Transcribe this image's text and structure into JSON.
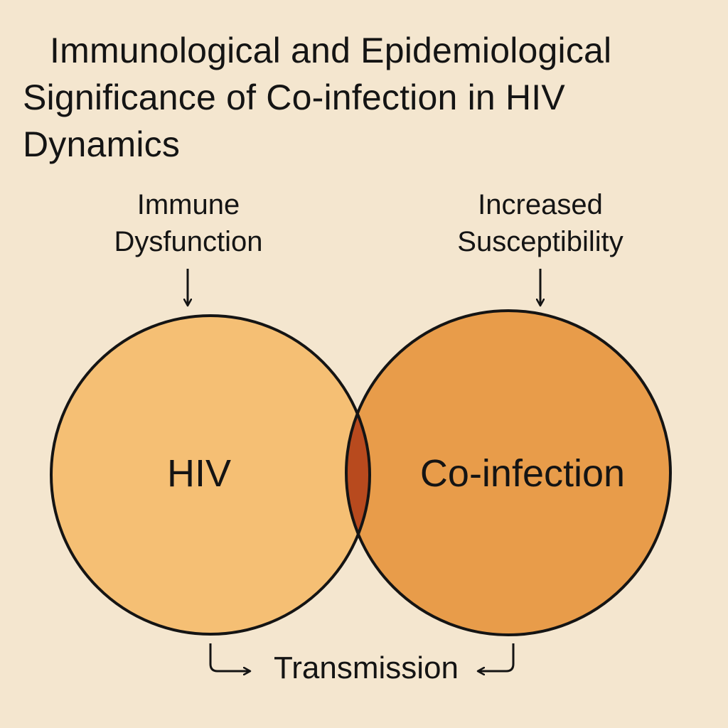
{
  "title": {
    "line1": "Immunological and Epidemiological",
    "line2": "Significance of Co-infection in HIV",
    "line3": "Dynamics"
  },
  "labels": {
    "left": [
      "Immune",
      "Dysfunction"
    ],
    "right": [
      "Increased",
      "Susceptibility"
    ]
  },
  "circles": {
    "left": "HIV",
    "right": "Co-infection"
  },
  "bottom": "Transmission",
  "colors": {
    "background": "#f4e6cf",
    "left_circle": "#f5bf74",
    "right_circle": "#e89c4a",
    "overlap": "#b84a1e",
    "stroke": "#141414"
  }
}
